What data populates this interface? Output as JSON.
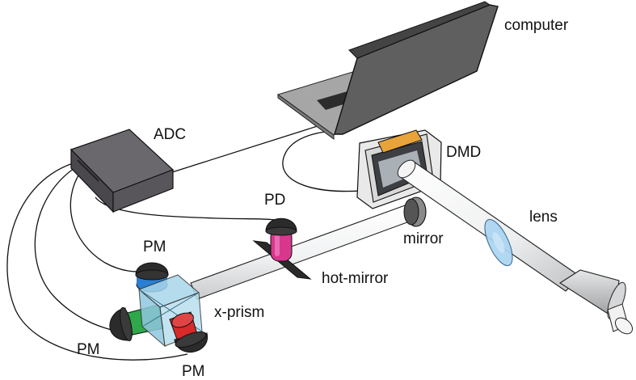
{
  "labels": {
    "computer": "computer",
    "adc": "ADC",
    "dmd": "DMD",
    "pd": "PD",
    "lens": "lens",
    "mirror": "mirror",
    "hot_mirror": "hot-mirror",
    "pm_top": "PM",
    "x_prism": "x-prism",
    "pm_left": "PM",
    "pm_bottom": "PM"
  },
  "colors": {
    "laptop_body": "#6b6b6b",
    "laptop_screen": "#5e5e5e",
    "adc_box": "#5f5d62",
    "dmd_chip": "#e8a43a",
    "pd_magenta": "#d9368e",
    "pm_blue": "#2a7fd4",
    "pm_green": "#2ea84a",
    "pm_red": "#d82a2a",
    "lens_blue": "#a9d4f2"
  }
}
